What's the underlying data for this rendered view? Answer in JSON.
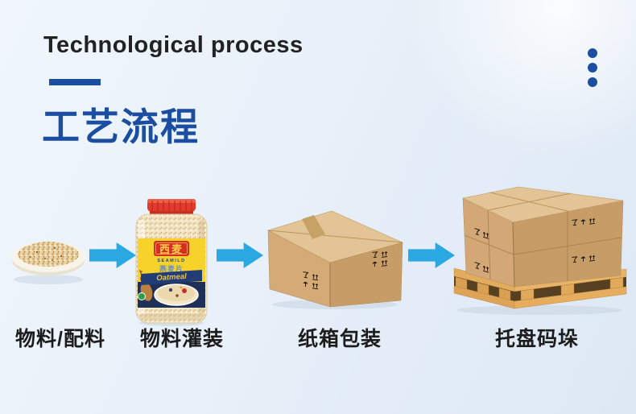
{
  "header": {
    "title_en": "Technological process",
    "title_zh": "工艺流程"
  },
  "colors": {
    "accent_blue": "#1b4da0",
    "arrow_cyan": "#29a8e1",
    "text_dark": "#1c1c1c",
    "carton_tan": "#d3a876",
    "label_yellow": "#f6d22b"
  },
  "flow": {
    "steps": [
      {
        "label": "物料/配料",
        "illustration": "oats-plate"
      },
      {
        "label": "物料灌装",
        "illustration": "oatmeal-jar"
      },
      {
        "label": "纸箱包装",
        "illustration": "carton-box"
      },
      {
        "label": "托盘码垛",
        "illustration": "pallet-stack"
      }
    ],
    "jar": {
      "brand_zh": "西麦",
      "brand_en": "SEAMILD",
      "product_zh": "燕麦片",
      "product_en": "Oatmeal"
    }
  }
}
